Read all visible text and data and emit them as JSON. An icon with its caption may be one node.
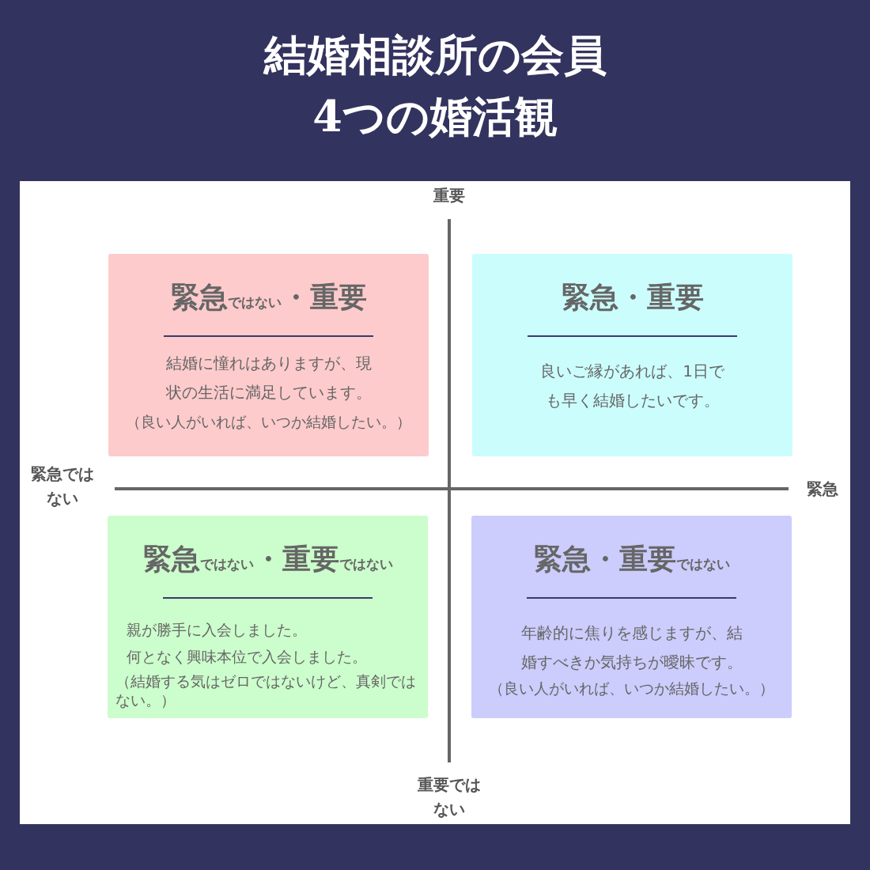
{
  "diagram": {
    "title": "結婚相談所の会員**4つ**の婚活観",
    "nodes": [
      {
        "text": [
          "緊急$_{ではない}$・重要",
          "結婚に憧れはありますが、現状の生活に満足しています。",
          "（良い人がいれば、いつか結婚したい。）"
        ]
      },
      {
        "text": [
          "緊急・重要",
          "良いご縁があれば、1日でも早く結婚したいです。"
        ]
      },
      {
        "text": [
          "緊急$_{ではない}$・重要$_{ではない}$",
          "親が勝手に入会しました。",
          "何となく興味本位で入会しました。",
          "（結婚する気はゼロではないけど、真剣ではない。）"
        ]
      },
      {
        "text": [
          "緊急・重要$_{ではない}$",
          "年齢的に焦りを感じますが、結婚すべきか気持ちが曖昧です。",
          "（良い人がいれば、いつか結婚したい。）"
        ]
      }
    ],
    "labels": [
      "重要",
      "緊急ではない",
      "緊急",
      "重要ではない"
    ]
  }
}
